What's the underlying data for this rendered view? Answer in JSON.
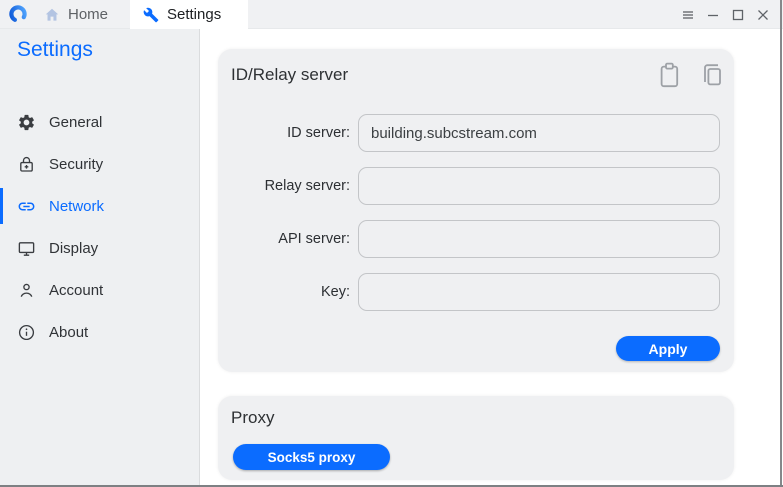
{
  "titlebar": {
    "tabs": [
      {
        "label": "Home",
        "icon": "home-icon",
        "active": false
      },
      {
        "label": "Settings",
        "icon": "wrench-icon",
        "active": true
      }
    ],
    "window_controls": [
      {
        "icon": "menu-icon"
      },
      {
        "icon": "minimize-icon"
      },
      {
        "icon": "maximize-icon"
      },
      {
        "icon": "close-icon"
      }
    ]
  },
  "sidebar": {
    "title": "Settings",
    "items": [
      {
        "label": "General",
        "icon": "gear-icon",
        "active": false
      },
      {
        "label": "Security",
        "icon": "lock-plus-icon",
        "active": false
      },
      {
        "label": "Network",
        "icon": "link-icon",
        "active": true
      },
      {
        "label": "Display",
        "icon": "monitor-icon",
        "active": false
      },
      {
        "label": "Account",
        "icon": "person-icon",
        "active": false
      },
      {
        "label": "About",
        "icon": "info-icon",
        "active": false
      }
    ]
  },
  "id_relay_card": {
    "title": "ID/Relay server",
    "actions": [
      {
        "icon": "paste-icon"
      },
      {
        "icon": "copy-icon"
      }
    ],
    "fields": [
      {
        "label": "ID server:",
        "value": "building.subcstream.com",
        "placeholder": ""
      },
      {
        "label": "Relay server:",
        "value": "",
        "placeholder": ""
      },
      {
        "label": "API server:",
        "value": "",
        "placeholder": ""
      },
      {
        "label": "Key:",
        "value": "",
        "placeholder": ""
      }
    ],
    "apply_label": "Apply"
  },
  "proxy_card": {
    "title": "Proxy",
    "socks5_label": "Socks5 proxy"
  },
  "colors": {
    "accent": "#0b6cff",
    "chrome_bg": "#f0f1f3",
    "sidebar_bg": "#eef0f2",
    "card_bg": "#eff0f2",
    "input_border": "#c3c5c8"
  }
}
